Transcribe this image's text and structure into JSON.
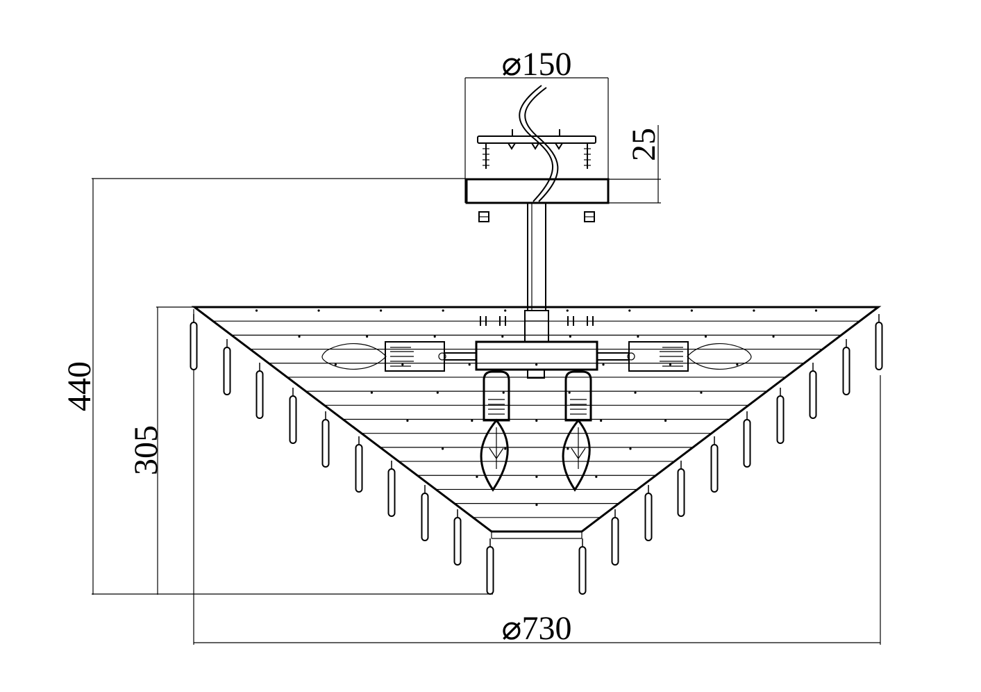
{
  "dimensions": {
    "canopy_diameter": "⌀150",
    "canopy_height": "25",
    "total_height": "440",
    "shade_height": "305",
    "shade_diameter": "⌀730"
  }
}
